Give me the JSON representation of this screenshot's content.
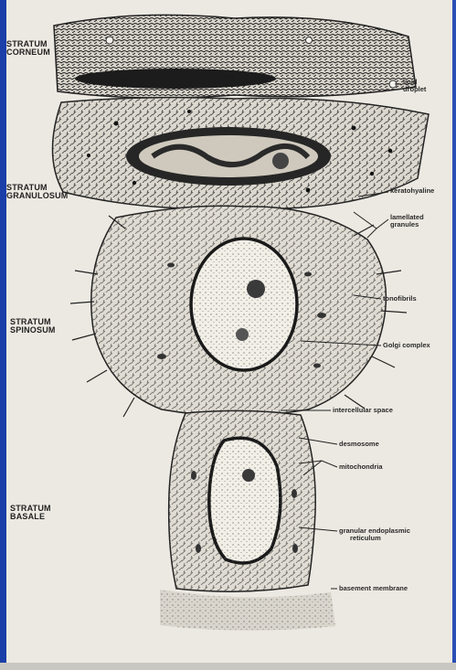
{
  "layers": {
    "corneum": [
      "STRATUM",
      "CORNEUM"
    ],
    "granulosum": [
      "STRATUM",
      "GRANULOSUM"
    ],
    "spinosum": [
      "STRATUM",
      "SPINOSUM"
    ],
    "basale": [
      "STRATUM",
      "BASALE"
    ]
  },
  "callouts": {
    "lipid_droplet": [
      "lipid",
      "droplet"
    ],
    "keratohyaline": "keratohyaline",
    "lamellated_granules": [
      "lamellated",
      "granules"
    ],
    "tonofibrils": "tonofibrils",
    "golgi_complex": "Golgi complex",
    "intercellular_space": "intercellular space",
    "desmosome": "desmosome",
    "mitochondria": "mitochondria",
    "granular_er": [
      "granular endoplasmic",
      "reticulum"
    ],
    "basement_membrane": "basement membrane"
  },
  "colors": {
    "frame": "#1b3fa8",
    "ink": "#1e1e1e",
    "paper": "#ece9e2"
  }
}
